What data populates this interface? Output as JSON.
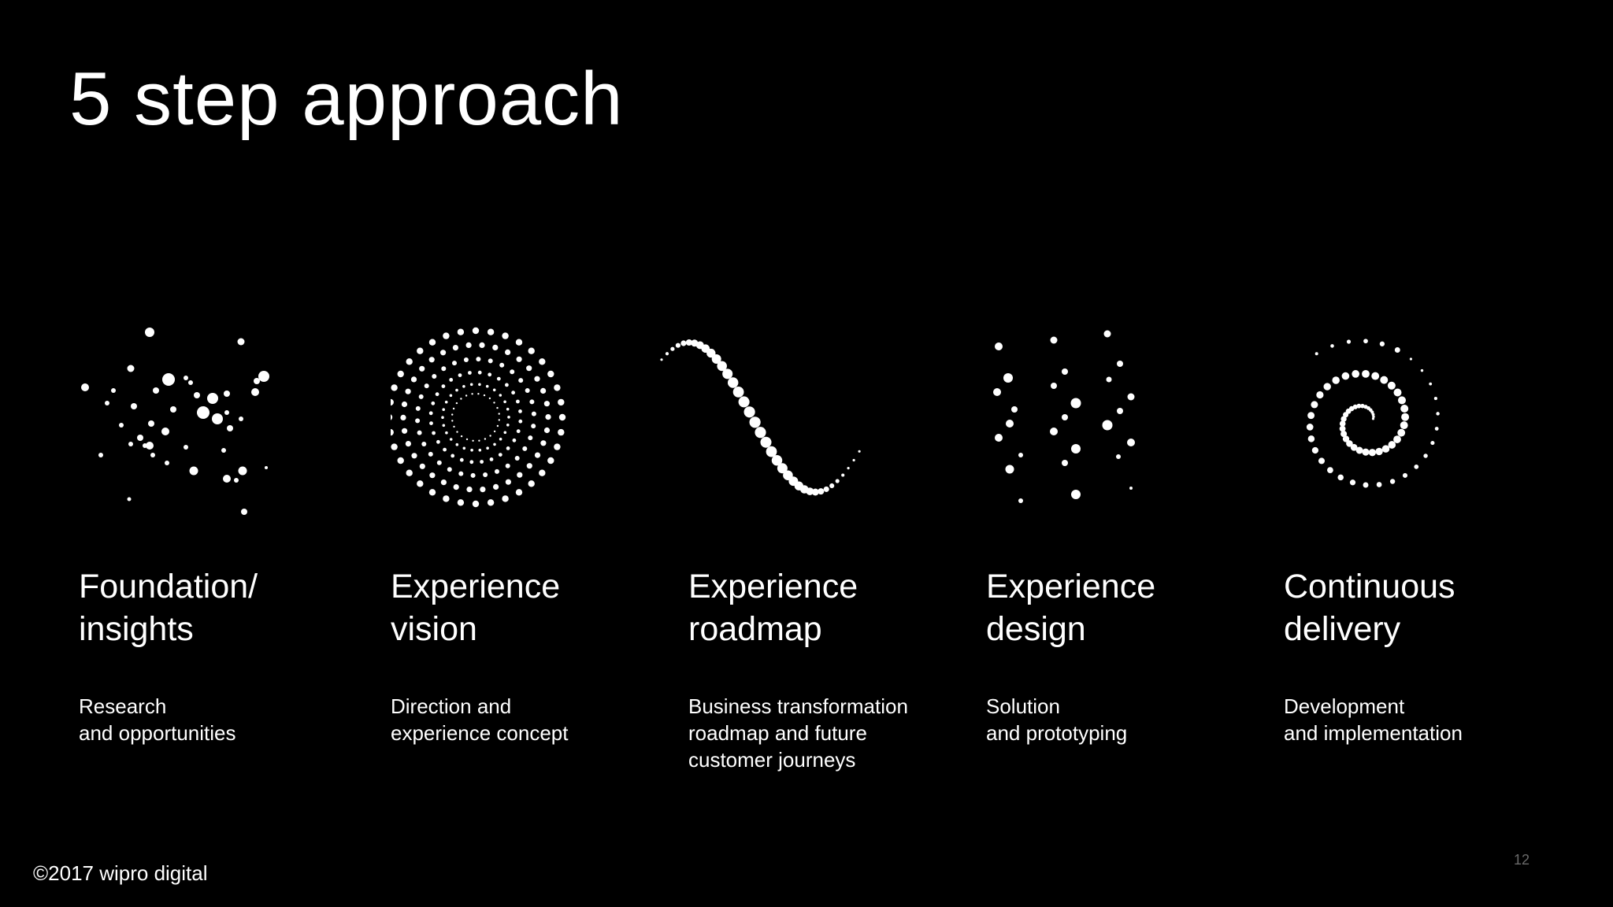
{
  "slide": {
    "title": "5 step approach",
    "footer": "©2017 wipro digital",
    "page_number": "12"
  },
  "steps": [
    {
      "heading": "Foundation/\ninsights",
      "description": "Research\nand opportunities",
      "graphic": "scatter-dots-icon"
    },
    {
      "heading": "Experience\nvision",
      "description": "Direction and\nexperience concept",
      "graphic": "concentric-circles-dots-icon"
    },
    {
      "heading": "Experience\nroadmap",
      "description": "Business transformation\nroadmap and future\ncustomer journeys",
      "graphic": "wave-dots-icon"
    },
    {
      "heading": "Experience\ndesign",
      "description": "Solution\nand prototyping",
      "graphic": "dot-columns-icon"
    },
    {
      "heading": "Continuous\ndelivery",
      "description": "Development\nand implementation",
      "graphic": "spiral-dots-icon"
    }
  ],
  "colors": {
    "background": "#000000",
    "text": "#ffffff",
    "page_number": "#6a6a6a"
  }
}
